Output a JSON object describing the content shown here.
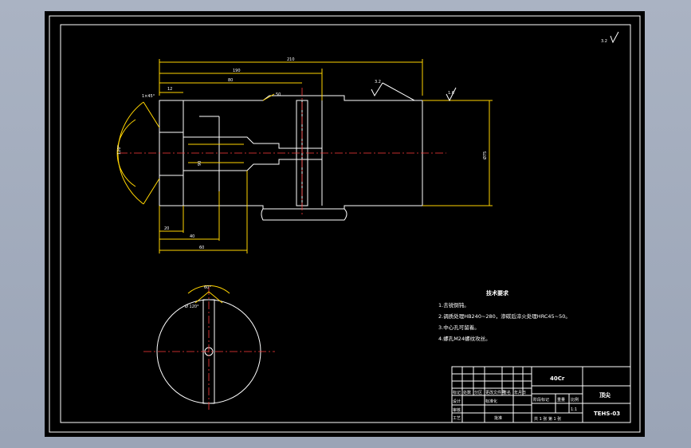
{
  "colors": {
    "background": "#a3adbf",
    "sheet": "#000000",
    "lines": "#ffffff",
    "dimensions": "#ffd400",
    "centerlines": "#ff3b3b"
  },
  "surface_finish_general": "3.2",
  "dimensions": {
    "overall_length": "210",
    "len_190": "190",
    "len_80": "80",
    "len_50": "50",
    "len_40": "40",
    "len_20": "20",
    "len_12": "12",
    "len_60": "60",
    "len_90": "90",
    "chamfer": "1×45°",
    "diameter_main": "Ø75",
    "angle_120": "120°",
    "angle_60": "60°",
    "ra_1": "3.2",
    "ra_2": "1.6",
    "taper_end": "Ø 120°"
  },
  "notes": {
    "title": "技术要求",
    "items": [
      "1.去锐倒钝。",
      "2.调质处理HB240~280，渗碳后淬火处理HRC45~50。",
      "3.中心孔可留着。",
      "4.螺孔M24螺纹攻丝。"
    ]
  },
  "title_block": {
    "material": "40Cr",
    "part_name": "顶尖",
    "drawing_no": "TEHS-03",
    "scale_label": "比例",
    "scale_value": "1:1",
    "weight_label": "重量",
    "stage_label": "阶段标记",
    "sheet_text": "共 1 张 第 1 张",
    "rev_headers": [
      "标记",
      "处数",
      "分区",
      "更改文件号",
      "签名",
      "年月日"
    ],
    "role_design": "设计",
    "role_check": "审核",
    "role_process": "工艺",
    "role_std": "标准化",
    "role_approve": "批准"
  }
}
